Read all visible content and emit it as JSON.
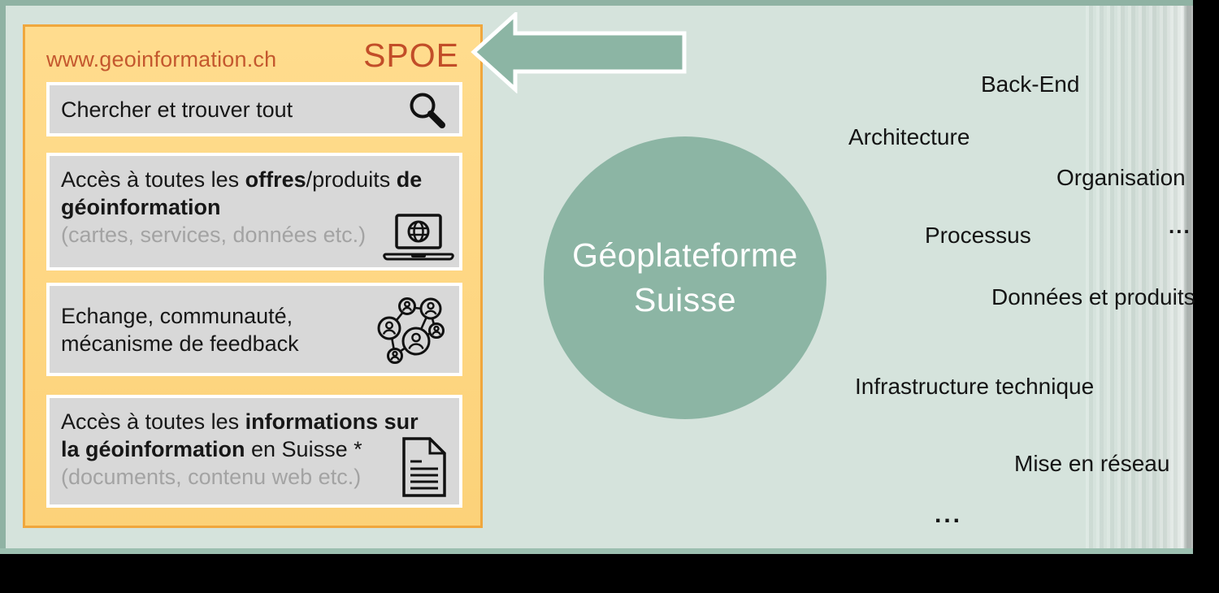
{
  "slide": {
    "canvas_color": "#000000",
    "background": "#d5e3dc",
    "edge_color": "#8fb2a3"
  },
  "panel": {
    "url": "www.geoinformation.ch",
    "badge": "SPOE",
    "bg": "#fed983",
    "border_color": "#f0a73d",
    "accent_text_color": "#c0522b",
    "search": {
      "label": "Chercher et trouver tout",
      "icon": "magnifier"
    },
    "offers": {
      "seg1": "Accès à toutes les ",
      "seg2_bold": "offres",
      "seg3": "/produits ",
      "seg4_bold": "de géoinformation",
      "note": "(cartes, services, données etc.)",
      "icon": "laptop-globe"
    },
    "community": {
      "label": "Echange, communauté, mécanisme de feedback",
      "icon": "people-network"
    },
    "info": {
      "seg1": "Accès à toutes les ",
      "seg2_bold": "informations sur la géoinformation",
      "seg3": " en Suisse *",
      "note": "(documents, contenu web etc.)",
      "icon": "document"
    }
  },
  "arrow": {
    "direction": "left",
    "fill": "#8cb5a4",
    "outline": "#ffffff"
  },
  "center_circle": {
    "line1": "Géoplateforme",
    "line2": "Suisse",
    "fill": "#8cb5a4",
    "text_color": "#ffffff"
  },
  "labels": {
    "back_end": "Back-End",
    "architecture": "Architecture",
    "organisation": "Organisation",
    "processus": "Processus",
    "dots_right": "...",
    "donnees_produits": "Données et produits",
    "infrastructure_technique": "Infrastructure technique",
    "mise_en_reseau": "Mise en réseau",
    "dots_bottom": "..."
  }
}
